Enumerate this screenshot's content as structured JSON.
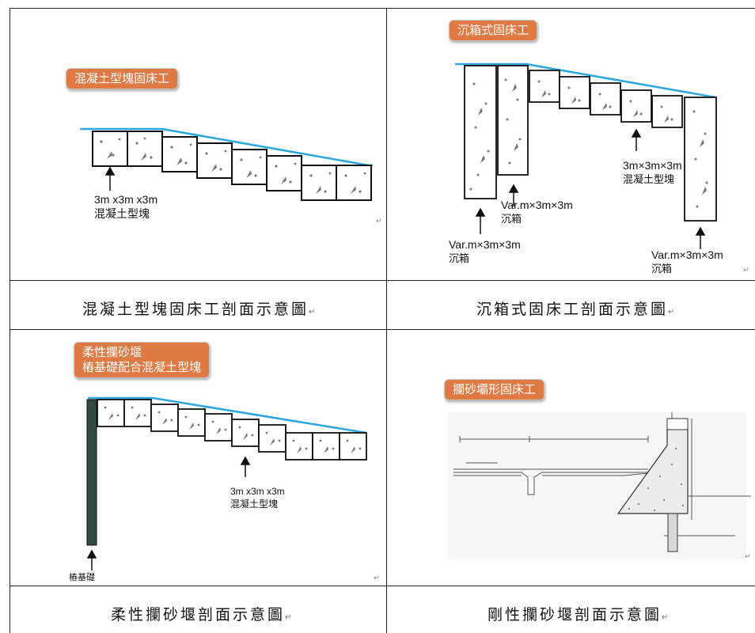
{
  "panels": {
    "concrete": {
      "tag": "混凝土型塊固床工",
      "label_dim": "3m x3m x3m",
      "label_name": "混凝土型塊"
    },
    "caisson": {
      "tag": "沉箱式固床工",
      "label_left_dim": "Var.m×3m×3m",
      "label_left_name": "沉箱",
      "label_mid_dim": "Var.m×3m×3m",
      "label_mid_name": "沉箱",
      "label_block_dim": "3m×3m×3m",
      "label_block_name": "混凝土型塊",
      "label_right_dim": "Var.m×3m×3m",
      "label_right_name": "沉箱"
    },
    "flexible": {
      "tag": "柔性攔砂堰\n樁基礎配合混凝土型塊",
      "label_dim": "3m x3m x3m",
      "label_name": "混凝土型塊",
      "label_pile": "樁基礎"
    },
    "rigid": {
      "tag": "攔砂壩形固床工"
    }
  },
  "captions": {
    "concrete": "混凝土型塊固床工剖面示意圖",
    "caisson": "沉箱式固床工剖面示意圖",
    "flexible": "柔性攔砂堰剖面示意圖",
    "rigid": "剛性攔砂堰剖面示意圖"
  },
  "colors": {
    "tag_bg": "#e07a45",
    "water_line": "#2aa6e0",
    "pile": "#2f4a3c"
  }
}
